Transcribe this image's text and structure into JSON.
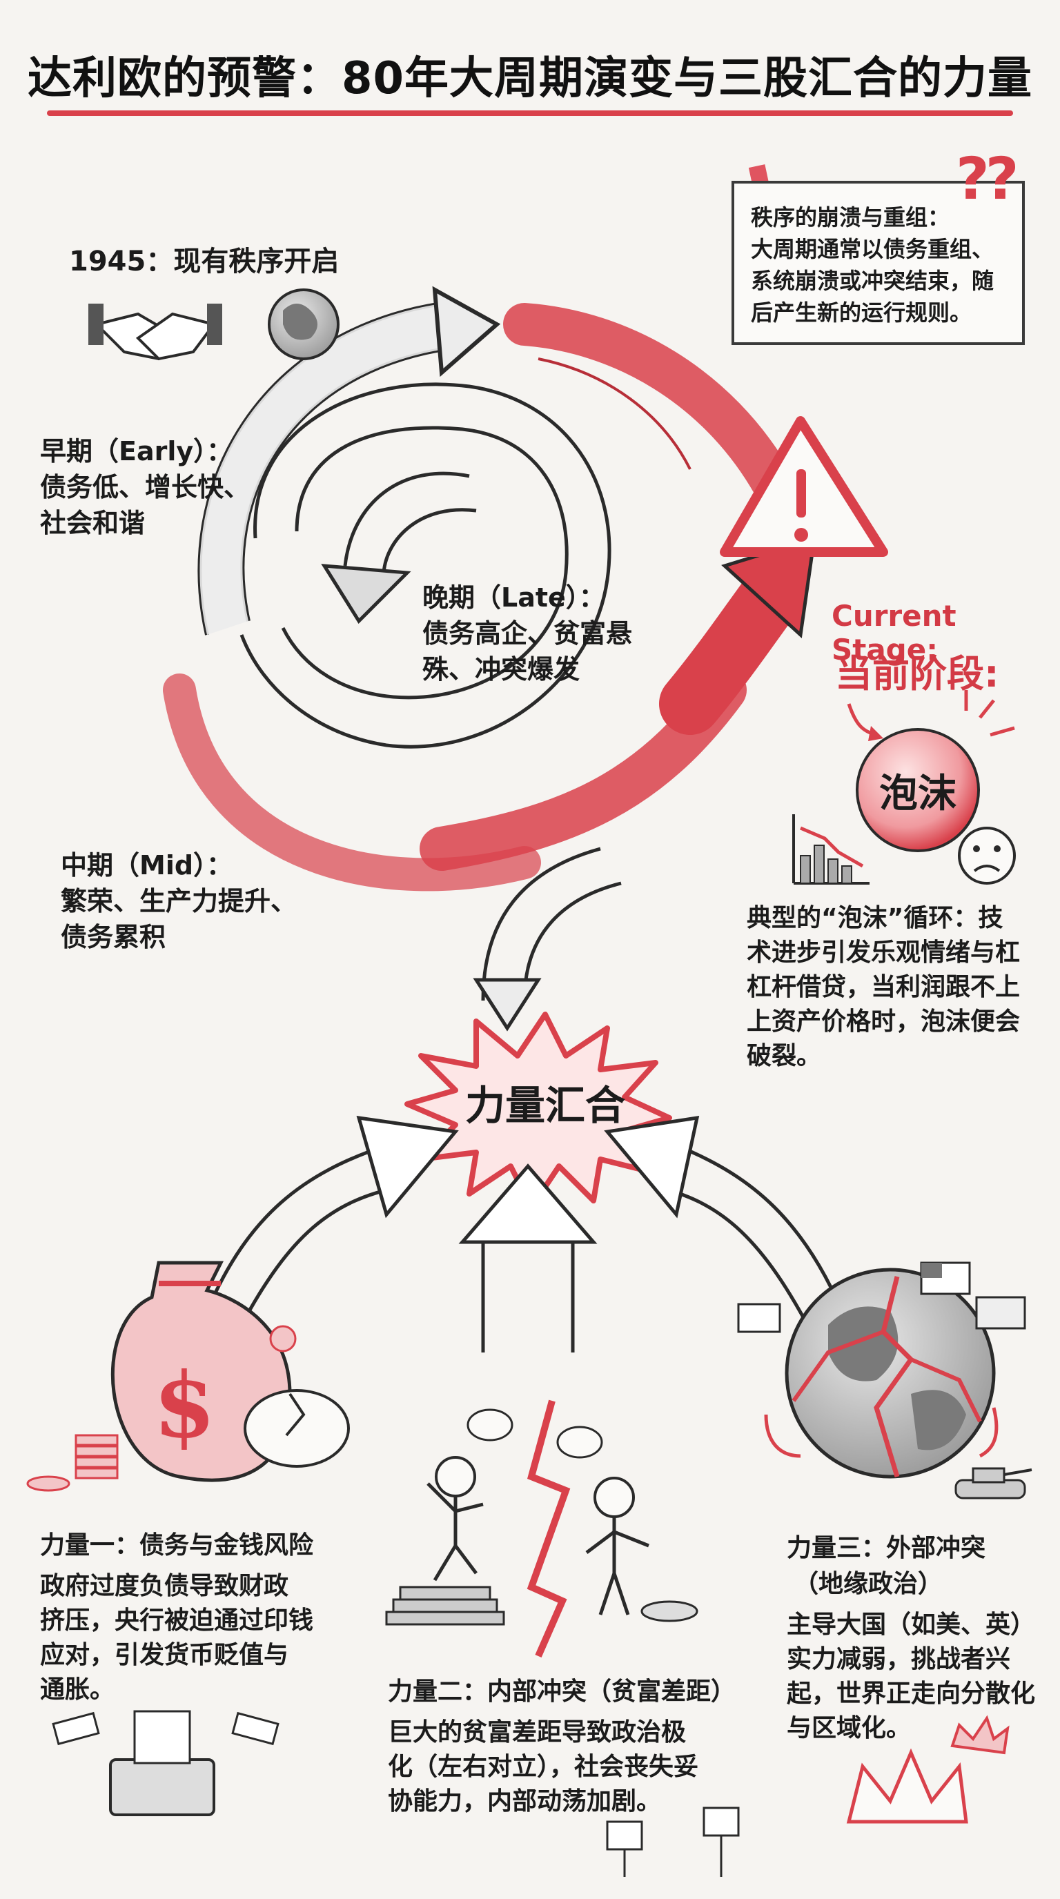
{
  "title": "达利欧的预警：80年大周期演变与三股汇合的力量",
  "cycle": {
    "start_label": "1945：现有秩序开启",
    "early": {
      "title": "早期（Early）：",
      "lines": [
        "债务低、增长快、",
        "社会和谐"
      ]
    },
    "mid": {
      "title": "中期（Mid）：",
      "lines": [
        "繁荣、生产力提升、",
        "债务累积"
      ]
    },
    "late": {
      "title": "晚期（Late）：",
      "lines": [
        "债务高企、贫富悬",
        "殊、冲突爆发"
      ]
    }
  },
  "note": {
    "lines": [
      "秩序的崩溃与重组：",
      "大周期通常以债务重组、",
      "系统崩溃或冲突结束，随",
      "后产生新的运行规则。"
    ],
    "marks": "??"
  },
  "current": {
    "label_en": "Current Stage:",
    "label_zh": "当前阶段:",
    "bubble": "泡沫",
    "desc_lines": [
      "典型的“泡沫”循环：技",
      "术进步引发乐观情绪与杠",
      "杠杆借贷，当利润跟不上",
      "上资产价格时，泡沫便会",
      "破裂。"
    ]
  },
  "convergence": "力量汇合",
  "money_symbol": "$",
  "forces": [
    {
      "title": "力量一：债务与金钱风险",
      "lines": [
        "政府过度负债导致财政",
        "挤压，央行被迫通过印钱",
        "应对，引发货币贬值与",
        "通胀。"
      ]
    },
    {
      "title": "力量二：内部冲突（贫富差距）",
      "lines": [
        "巨大的贫富差距导致政治极",
        "化（左右对立），社会丧失妥",
        "协能力，内部动荡加剧。"
      ]
    },
    {
      "title_lines": [
        "力量三：外部冲突",
        "（地缘政治）"
      ],
      "lines": [
        "主导大国（如美、英）",
        "实力减弱，挑战者兴",
        "起，世界正走向分散化",
        "与区域化。"
      ]
    }
  ],
  "colors": {
    "accent": "#d9414b",
    "ink": "#1b1b1b",
    "paper": "#f6f4f1"
  }
}
